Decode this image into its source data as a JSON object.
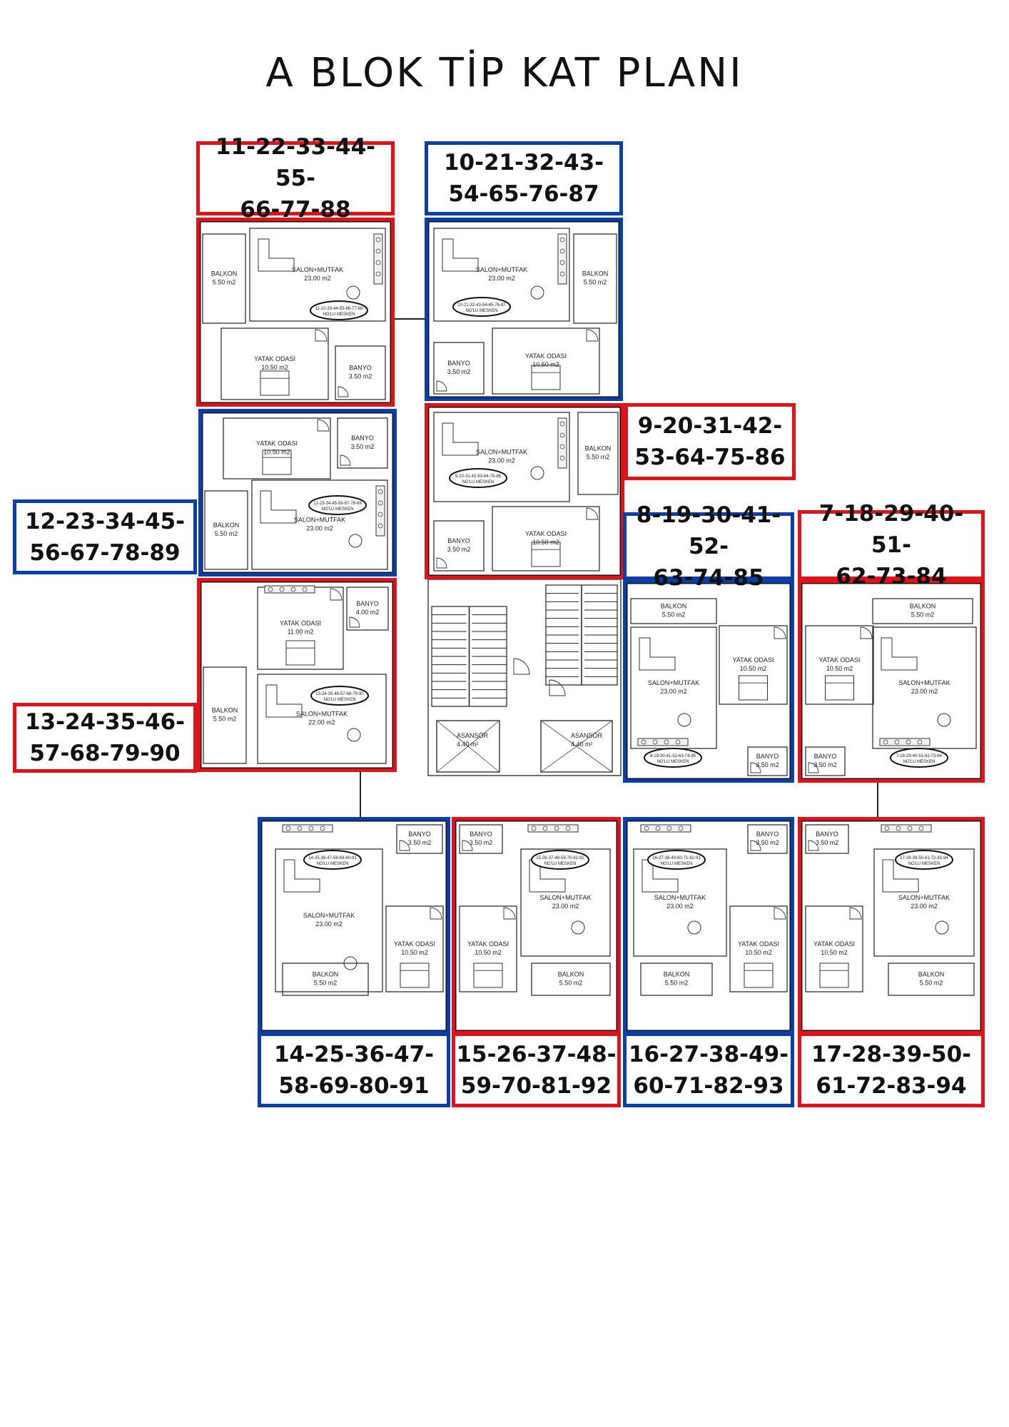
{
  "title": "A BLOK TİP KAT PLANI",
  "colors": {
    "red": "#e0131b",
    "blue": "#0a3ea8"
  },
  "units": [
    {
      "label": "11-22-33-44-55-66-77-88",
      "label_lines": [
        "11-22-33-44-55-",
        "66-77-88"
      ],
      "color": "red",
      "rooms": [
        {
          "name": "BALKON",
          "area": "5.50 m2"
        },
        {
          "name": "SALON+MUTFAK",
          "area": "23.00 m2"
        },
        {
          "name": "YATAK ODASI",
          "area": "10.50 m2"
        },
        {
          "name": "BANYO",
          "area": "3.50 m2"
        }
      ],
      "oval": [
        "11-22-33-44-55-66-77-88",
        "NO'LU MESKEN"
      ]
    },
    {
      "label": "10-21-32-43-54-65-76-87",
      "label_lines": [
        "10-21-32-43-",
        "54-65-76-87"
      ],
      "color": "blue",
      "rooms": [
        {
          "name": "BALKON",
          "area": "5.50 m2"
        },
        {
          "name": "SALON+MUTFAK",
          "area": "23.00 m2"
        },
        {
          "name": "YATAK ODASI",
          "area": "10.50 m2"
        },
        {
          "name": "BANYO",
          "area": "3.50 m2"
        }
      ],
      "oval": [
        "10-21-32-43-54-65-76-87",
        "NO'LU MESKEN"
      ]
    },
    {
      "label": "9-20-31-42-53-64-75-86",
      "label_lines": [
        "9-20-31-42-",
        "53-64-75-86"
      ],
      "color": "red",
      "rooms": [
        {
          "name": "BALKON",
          "area": "5.50 m2"
        },
        {
          "name": "SALON+MUTFAK",
          "area": "23.00 m2"
        },
        {
          "name": "YATAK ODASI",
          "area": "10.50 m2"
        },
        {
          "name": "BANYO",
          "area": "3.50 m2"
        }
      ],
      "oval": [
        "9-20-31-42-53-64-75-86",
        "NO'LU MESKEN"
      ]
    },
    {
      "label": "12-23-34-45-56-67-78-89",
      "label_lines": [
        "12-23-34-45-",
        "56-67-78-89"
      ],
      "color": "blue",
      "rooms": [
        {
          "name": "BALKON",
          "area": "5.50 m2"
        },
        {
          "name": "SALON+MUTFAK",
          "area": "23.00 m2"
        },
        {
          "name": "YATAK ODASI",
          "area": "10.50 m2"
        },
        {
          "name": "BANYO",
          "area": "3.50 m2"
        }
      ],
      "oval": [
        "12-23-34-45-56-67-78-89",
        "NO'LU MESKEN"
      ]
    },
    {
      "label": "13-24-35-46-57-68-79-90",
      "label_lines": [
        "13-24-35-46-",
        "57-68-79-90"
      ],
      "color": "red",
      "rooms": [
        {
          "name": "BALKON",
          "area": "5.50 m2"
        },
        {
          "name": "SALON+MUTFAK",
          "area": "22.00 m2"
        },
        {
          "name": "YATAK ODASI",
          "area": "11.00 m2"
        },
        {
          "name": "BANYO",
          "area": "4.00 m2"
        }
      ],
      "oval": [
        "13-24-35-46-57-68-79-90",
        "NO'LU MESKEN"
      ]
    },
    {
      "label": "8-19-30-41-52-63-74-85",
      "label_lines": [
        "8-19-30-41-52-",
        "63-74-85"
      ],
      "color": "blue",
      "rooms": [
        {
          "name": "BALKON",
          "area": "5.50 m2"
        },
        {
          "name": "SALON+MUTFAK",
          "area": "23.00 m2"
        },
        {
          "name": "YATAK ODASI",
          "area": "10.50 m2"
        },
        {
          "name": "BANYO",
          "area": "3.50 m2"
        }
      ],
      "oval": [
        "8-19-30-41-52-63-74-85",
        "NO'LU MESKEN"
      ]
    },
    {
      "label": "7-18-29-40-51-62-73-84",
      "label_lines": [
        "7-18-29-40-51-",
        "62-73-84"
      ],
      "color": "red",
      "rooms": [
        {
          "name": "BALKON",
          "area": "5.50 m2"
        },
        {
          "name": "SALON+MUTFAK",
          "area": "23.00 m2"
        },
        {
          "name": "YATAK ODASI",
          "area": "10.50 m2"
        },
        {
          "name": "BANYO",
          "area": "3.50 m2"
        }
      ],
      "oval": [
        "7-18-29-40-51-62-73-84",
        "NO'LU MESKEN"
      ]
    },
    {
      "label": "14-25-36-47-58-69-80-91",
      "label_lines": [
        "14-25-36-47-",
        "58-69-80-91"
      ],
      "color": "blue",
      "rooms": [
        {
          "name": "BALKON",
          "area": "5.50 m2"
        },
        {
          "name": "SALON+MUTFAK",
          "area": "23.00 m2"
        },
        {
          "name": "YATAK ODASI",
          "area": "10.50 m2"
        },
        {
          "name": "BANYO",
          "area": "3.50 m2"
        }
      ],
      "oval": [
        "14-25-36-47-58-69-80-91",
        "NO'LU MESKEN"
      ]
    },
    {
      "label": "15-26-37-48-59-70-81-92",
      "label_lines": [
        "15-26-37-48-",
        "59-70-81-92"
      ],
      "color": "red",
      "rooms": [
        {
          "name": "BALKON",
          "area": "5.50 m2"
        },
        {
          "name": "SALON+MUTFAK",
          "area": "23.00 m2"
        },
        {
          "name": "YATAK ODASI",
          "area": "10.50 m2"
        },
        {
          "name": "BANYO",
          "area": "3.50 m2"
        }
      ],
      "oval": [
        "15-26-37-48-59-70-81-92",
        "NO'LU MESKEN"
      ]
    },
    {
      "label": "16-27-38-49-60-71-82-93",
      "label_lines": [
        "16-27-38-49-",
        "60-71-82-93"
      ],
      "color": "blue",
      "rooms": [
        {
          "name": "BALKON",
          "area": "5.50 m2"
        },
        {
          "name": "SALON+MUTFAK",
          "area": "23.00 m2"
        },
        {
          "name": "YATAK ODASI",
          "area": "10.50 m2"
        },
        {
          "name": "BANYO",
          "area": "3.50 m2"
        }
      ],
      "oval": [
        "16-27-38-49-60-71-82-93",
        "NO'LU MESKEN"
      ]
    },
    {
      "label": "17-28-39-50-61-72-83-94",
      "label_lines": [
        "17-28-39-50-",
        "61-72-83-94"
      ],
      "color": "red",
      "rooms": [
        {
          "name": "BALKON",
          "area": "5.50 m2"
        },
        {
          "name": "SALON+MUTFAK",
          "area": "23.00 m2"
        },
        {
          "name": "YATAK ODASI",
          "area": "10.50 m2"
        },
        {
          "name": "BANYO",
          "area": "3.50 m2"
        }
      ],
      "oval": [
        "17-28-39-50-61-72-83-94",
        "NO'LU MESKEN"
      ]
    }
  ],
  "core": {
    "elevator_label": "ASANSÖR",
    "elevator_area": "4.40 m²"
  }
}
